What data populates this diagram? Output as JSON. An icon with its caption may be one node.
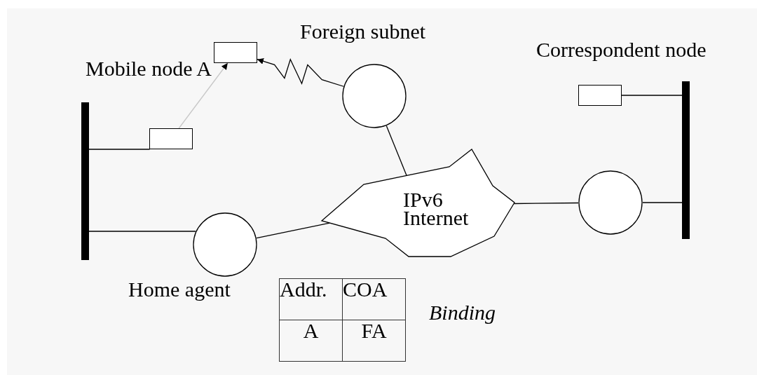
{
  "diagram": {
    "nodes": [
      {
        "text": [],
        "shape": "bar"
      },
      {
        "text": [],
        "shape": "box"
      },
      {
        "text": [],
        "shape": "box",
        "beside": [
          "Mobile node A"
        ]
      },
      {
        "text": [],
        "shape": "circle",
        "beside": [
          "Foreign subnet"
        ]
      },
      {
        "text": [
          "IPv6 Internet"
        ]
      },
      {
        "text": [],
        "shape": "circle",
        "beside": [
          "Home agent"
        ]
      },
      {
        "text": [],
        "shape": "circle"
      },
      {
        "text": [],
        "shape": "bar"
      },
      {
        "text": [],
        "shape": "box",
        "beside": [
          "Correspondent node"
        ]
      }
    ],
    "edges": [
      {
        "from": 0,
        "to": 1,
        "arrow": "none"
      },
      {
        "from": 1,
        "to": 2,
        "arrow": "to",
        "color": "#c8c8c8"
      },
      {
        "from": 3,
        "to": 2,
        "arrow": "to"
      },
      {
        "from": 0,
        "to": 5,
        "arrow": "none"
      },
      {
        "from": 5,
        "to": 4,
        "arrow": "none"
      },
      {
        "from": 3,
        "to": 4,
        "arrow": "none"
      },
      {
        "from": 4,
        "to": 6,
        "arrow": "none"
      },
      {
        "from": 6,
        "to": 7,
        "arrow": "none"
      },
      {
        "from": 8,
        "to": 7,
        "arrow": "none"
      }
    ],
    "labels": [
      "Addr.",
      "COA",
      "A",
      "FA",
      "Binding"
    ]
  }
}
